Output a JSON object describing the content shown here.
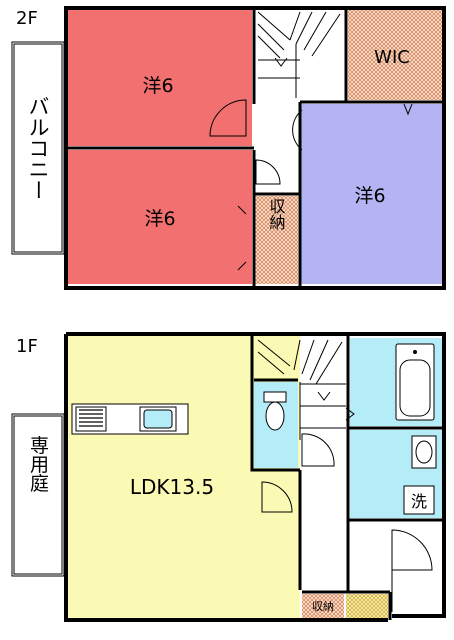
{
  "floor2": {
    "label": "2F",
    "balcony": "バルコニー",
    "room_west_top": "洋6",
    "room_west_bottom": "洋6",
    "room_east": "洋6",
    "wic": "WIC",
    "storage": "収納"
  },
  "floor1": {
    "label": "1F",
    "ldk": "LDK13.5",
    "private_garden": "専用庭",
    "storage": "収納",
    "laundry": "洗"
  },
  "colors": {
    "western_room_red": "#f2706f",
    "western_room_purple": "#b4b4f2",
    "ldk_yellow": "#fafab4",
    "wet_area_cyan": "#b4ecf8",
    "storage_hatch": "#d98a60",
    "storage_yellow": "#e8d16a",
    "balcony_panel": "#ffffff"
  }
}
